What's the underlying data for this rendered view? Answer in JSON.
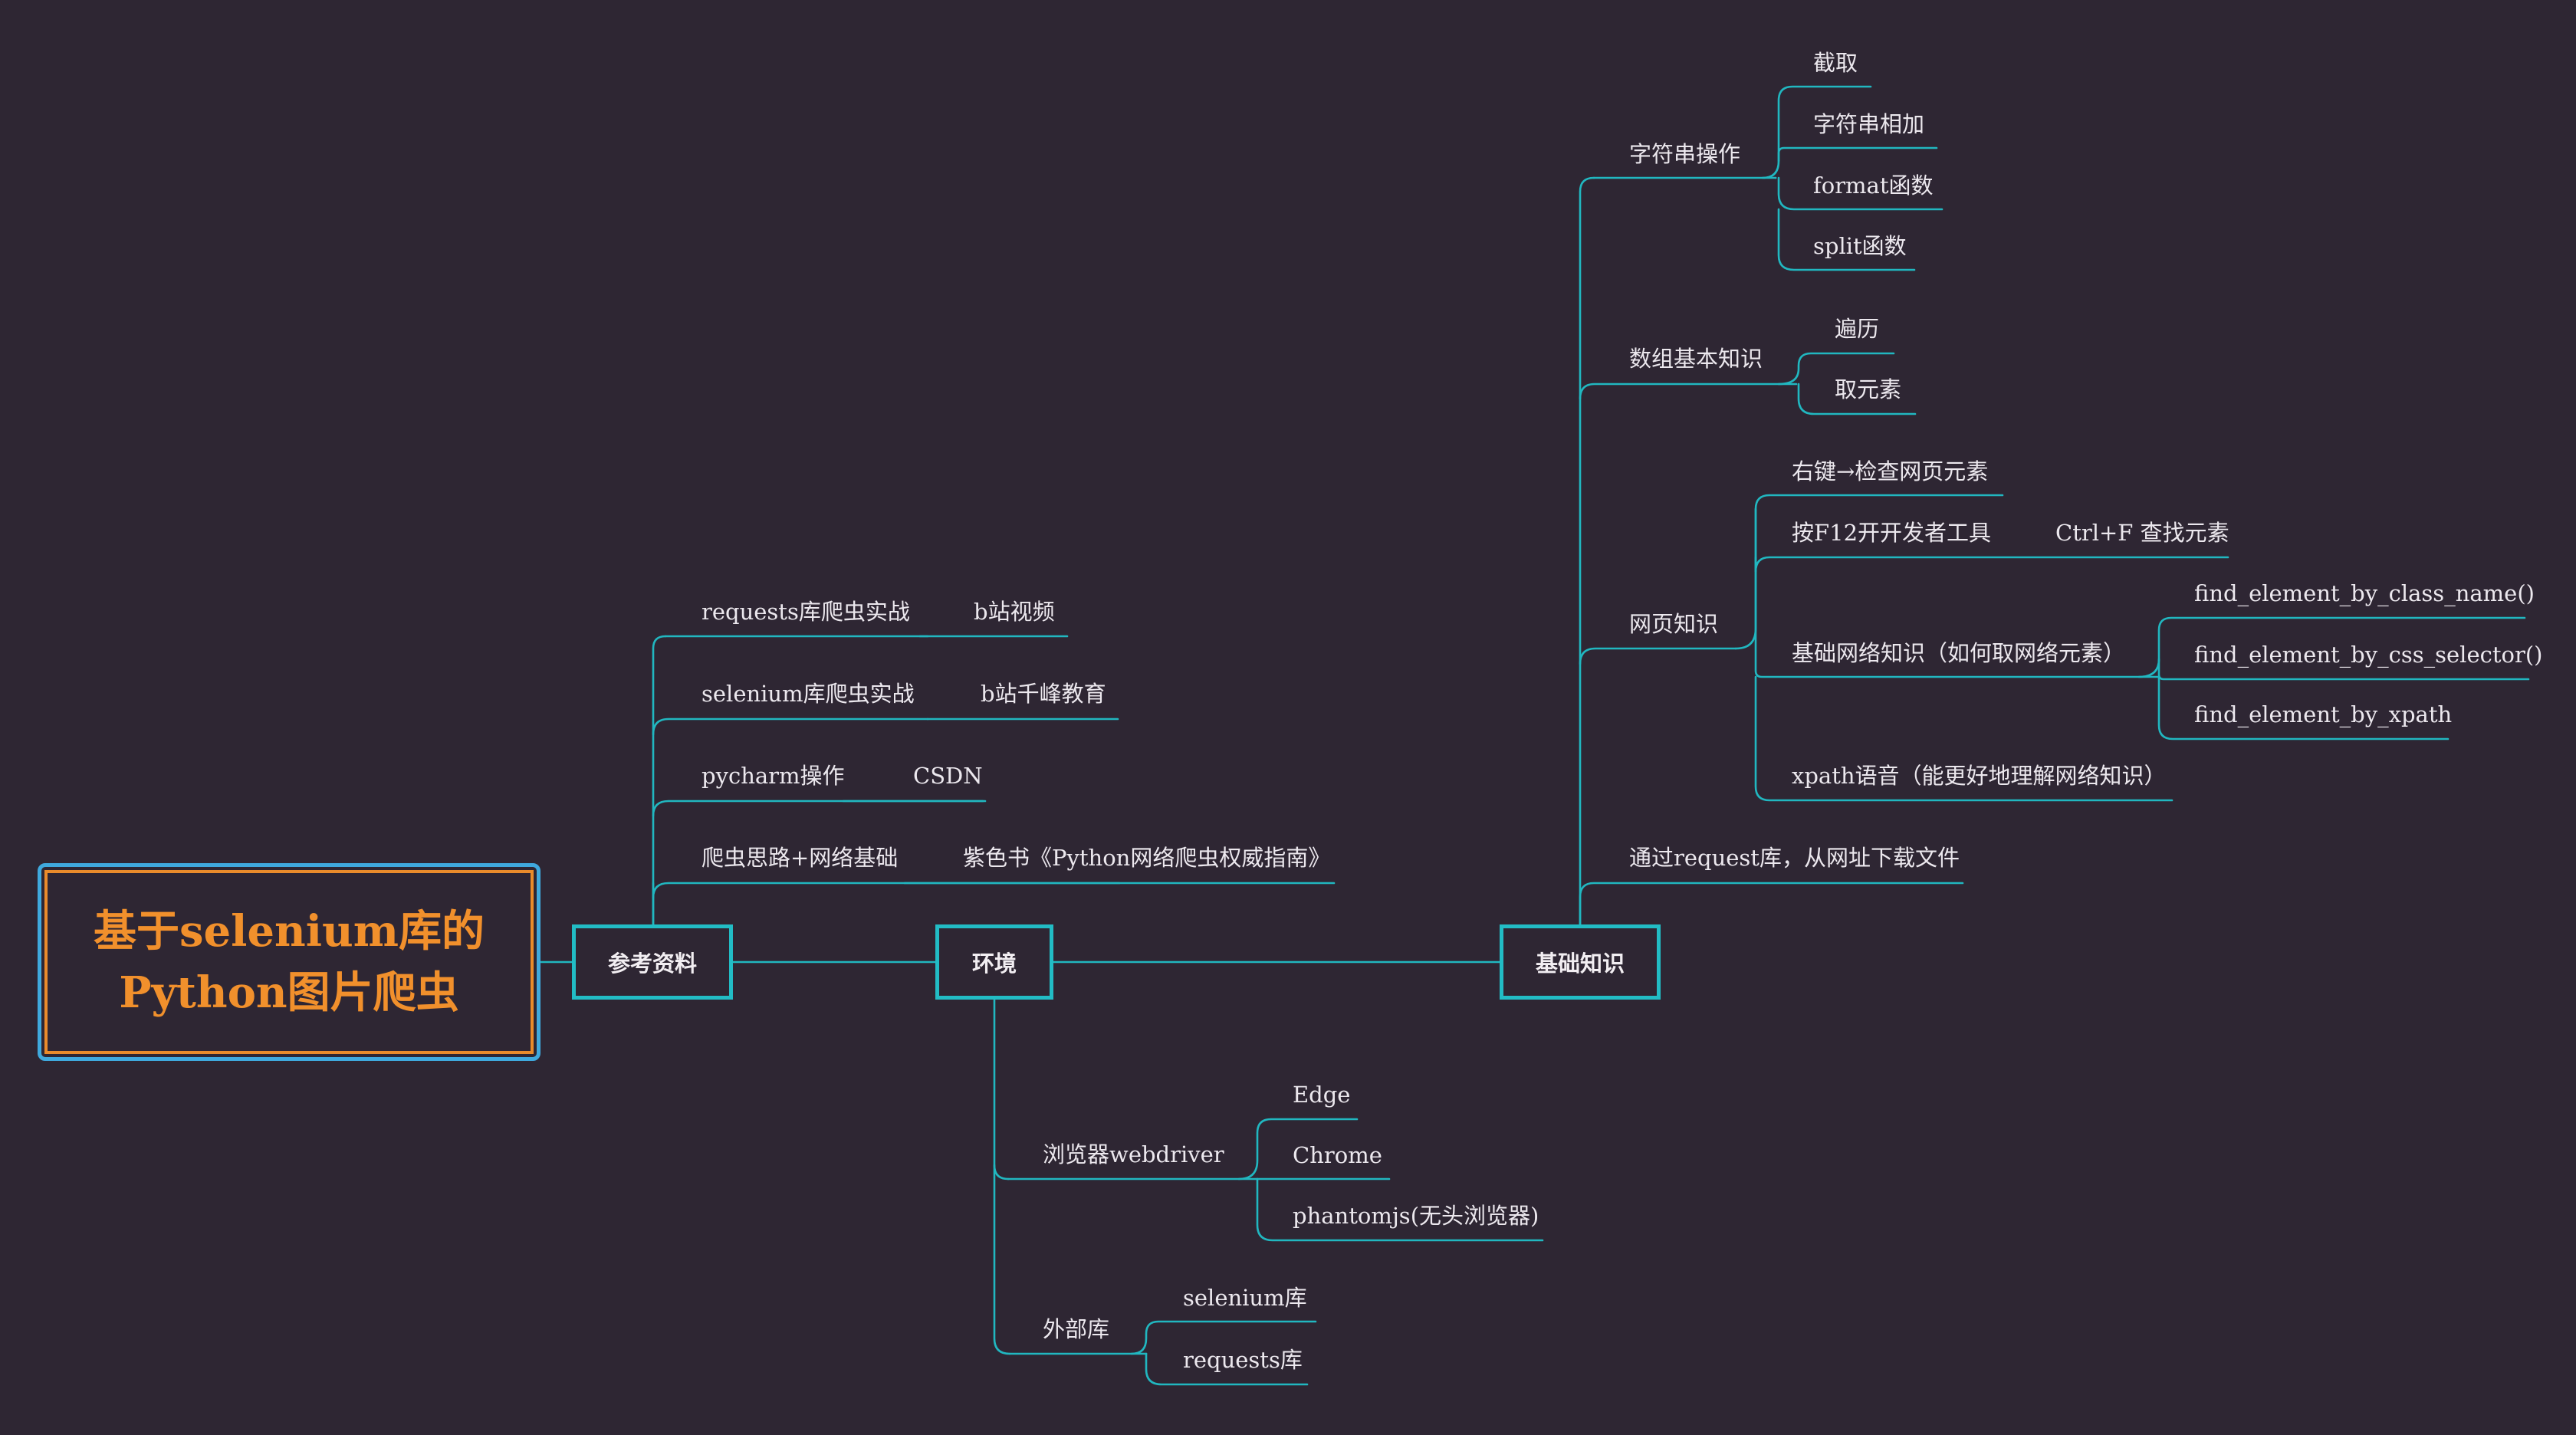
{
  "root": {
    "line1": "基于selenium库的",
    "line2": "Python图片爬虫"
  },
  "branches": {
    "cankao": "参考资料",
    "huanjing": "环境",
    "jichu": "基础知识"
  },
  "cankao_items": [
    {
      "label": "requests库爬虫实战",
      "source": "b站视频"
    },
    {
      "label": "selenium库爬虫实战",
      "source": "b站千峰教育"
    },
    {
      "label": "pycharm操作",
      "source": "CSDN"
    },
    {
      "label": "爬虫思路+网络基础",
      "source": "紫色书《Python网络爬虫权威指南》"
    }
  ],
  "huanjing_items": {
    "browser": {
      "label": "浏览器webdriver",
      "children": [
        "Edge",
        "Chrome",
        "phantomjs(无头浏览器)"
      ]
    },
    "libs": {
      "label": "外部库",
      "children": [
        "selenium库",
        "requests库"
      ]
    }
  },
  "jichu_items": {
    "string_ops": {
      "label": "字符串操作",
      "children": [
        "截取",
        "字符串相加",
        "format函数",
        "split函数"
      ]
    },
    "array": {
      "label": "数组基本知识",
      "children": [
        "遍历",
        "取元素"
      ]
    },
    "web": {
      "label": "网页知识",
      "inspect": "右键→检查网页元素",
      "f12": "按F12开开发者工具",
      "f12_child": "Ctrl+F 查找元素",
      "network": "基础网络知识（如何取网络元素）",
      "find_methods": [
        "find_element_by_class_name()",
        "find_element_by_css_selector()",
        "find_element_by_xpath"
      ],
      "xpath": "xpath语音（能更好地理解网络知识）"
    },
    "download": "通过request库，从网址下载文件"
  }
}
